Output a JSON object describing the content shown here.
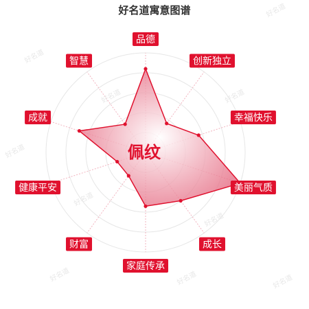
{
  "title": "好名道寓意图谱",
  "watermark": "好名道",
  "colors": {
    "accent": "#e0112e",
    "fill": "#e25a74",
    "grid": "#e6e6e6",
    "spoke": "#f2b3bf",
    "label_text": "#ffffff"
  },
  "chart_data": {
    "type": "radar",
    "center_label": "佩纹",
    "categories": [
      "品德",
      "创新独立",
      "幸福快乐",
      "美丽气质",
      "成长",
      "家庭传承",
      "财富",
      "健康平安",
      "成就",
      "智慧"
    ],
    "series": [
      {
        "values": [
          84,
          36,
          56,
          100,
          60,
          54,
          29,
          30,
          70,
          35
        ]
      }
    ],
    "range": [
      0,
      100
    ],
    "rings": 5
  }
}
